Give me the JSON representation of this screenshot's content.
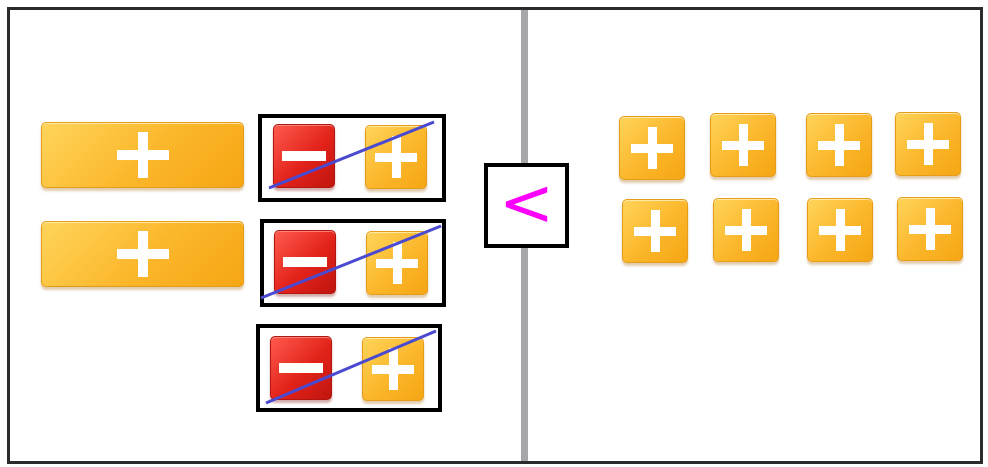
{
  "comparison": {
    "symbol": "<",
    "color": "#ff00ff"
  },
  "colors": {
    "positive_tile": "#fbb62a",
    "negative_tile": "#e2231a",
    "cancel_line": "#4a4ad0",
    "frame": "#2b2b2b",
    "divider": "#a7a7ab"
  },
  "left_side": {
    "long_positive_tiles": 2,
    "zero_pairs": 3
  },
  "right_side": {
    "positive_unit_tiles": 8
  },
  "icons": [
    "plus-icon",
    "minus-icon"
  ]
}
